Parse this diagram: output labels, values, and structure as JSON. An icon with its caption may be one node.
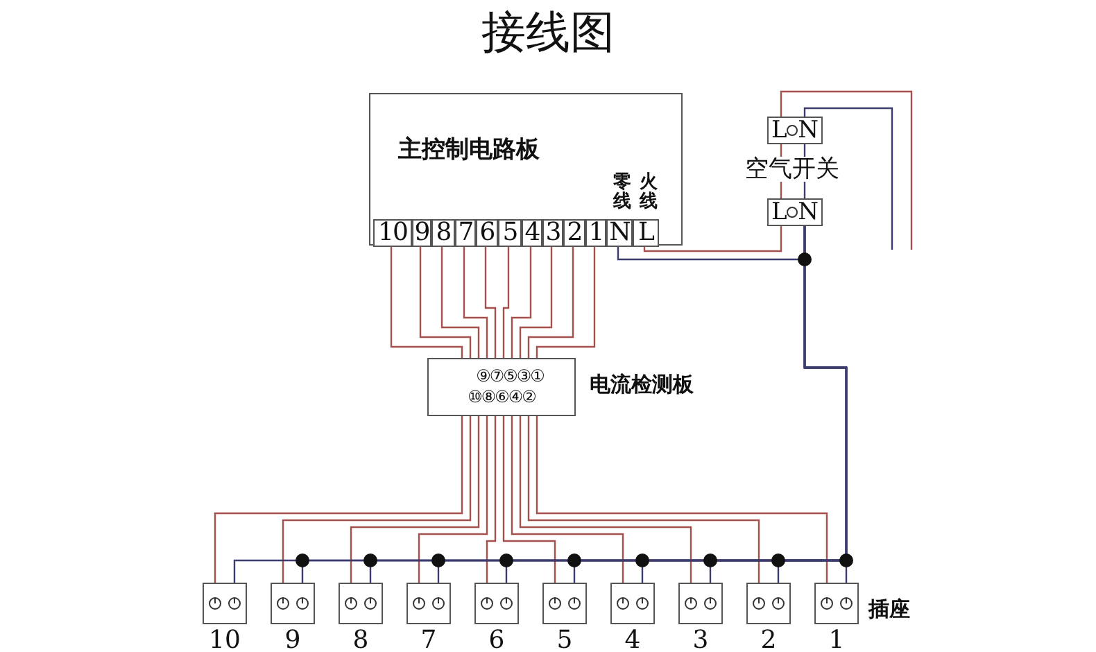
{
  "diagram": {
    "title": "接线图",
    "nodes": [
      {
        "text": [
          "主控制电路板"
        ]
      },
      {
        "text": [
          "10"
        ],
        "in": 0
      },
      {
        "text": [
          "9"
        ],
        "in": 0
      },
      {
        "text": [
          "8"
        ],
        "in": 0
      },
      {
        "text": [
          "7"
        ],
        "in": 0
      },
      {
        "text": [
          "6"
        ],
        "in": 0
      },
      {
        "text": [
          "5"
        ],
        "in": 0
      },
      {
        "text": [
          "4"
        ],
        "in": 0
      },
      {
        "text": [
          "3"
        ],
        "in": 0
      },
      {
        "text": [
          "2"
        ],
        "in": 0
      },
      {
        "text": [
          "1"
        ],
        "in": 0
      },
      {
        "text": [
          "N"
        ],
        "in": 0,
        "beside": [
          "零线"
        ]
      },
      {
        "text": [
          "L"
        ],
        "in": 0,
        "beside": [
          "火线"
        ]
      },
      {
        "text": [
          "L",
          "N"
        ]
      },
      {
        "text": [
          "L",
          "N"
        ]
      },
      {
        "text": [
          "⑨⑦⑤③①",
          "⑩⑧⑥④②"
        ],
        "beside": [
          "电流检测板"
        ]
      },
      {
        "text": [],
        "shape": "box",
        "beside": [
          "10"
        ]
      },
      {
        "text": [],
        "shape": "box",
        "beside": [
          "9"
        ]
      },
      {
        "text": [],
        "shape": "box",
        "beside": [
          "8"
        ]
      },
      {
        "text": [],
        "shape": "box",
        "beside": [
          "7"
        ]
      },
      {
        "text": [],
        "shape": "box",
        "beside": [
          "6"
        ]
      },
      {
        "text": [],
        "shape": "box",
        "beside": [
          "5"
        ]
      },
      {
        "text": [],
        "shape": "box",
        "beside": [
          "4"
        ]
      },
      {
        "text": [],
        "shape": "box",
        "beside": [
          "3"
        ]
      },
      {
        "text": [],
        "shape": "box",
        "beside": [
          "2"
        ]
      },
      {
        "text": [],
        "shape": "box",
        "beside": [
          "1"
        ]
      }
    ],
    "edges": [
      {
        "from": 1,
        "to": 15,
        "arrow": "none"
      },
      {
        "from": 2,
        "to": 15,
        "arrow": "none"
      },
      {
        "from": 3,
        "to": 15,
        "arrow": "none"
      },
      {
        "from": 4,
        "to": 15,
        "arrow": "none"
      },
      {
        "from": 5,
        "to": 15,
        "arrow": "none"
      },
      {
        "from": 6,
        "to": 15,
        "arrow": "none"
      },
      {
        "from": 7,
        "to": 15,
        "arrow": "none"
      },
      {
        "from": 8,
        "to": 15,
        "arrow": "none"
      },
      {
        "from": 9,
        "to": 15,
        "arrow": "none"
      },
      {
        "from": 10,
        "to": 15,
        "arrow": "none"
      },
      {
        "from": 15,
        "to": 16,
        "arrow": "none"
      },
      {
        "from": 15,
        "to": 17,
        "arrow": "none"
      },
      {
        "from": 15,
        "to": 18,
        "arrow": "none"
      },
      {
        "from": 15,
        "to": 19,
        "arrow": "none"
      },
      {
        "from": 15,
        "to": 20,
        "arrow": "none"
      },
      {
        "from": 15,
        "to": 21,
        "arrow": "none"
      },
      {
        "from": 15,
        "to": 22,
        "arrow": "none"
      },
      {
        "from": 15,
        "to": 23,
        "arrow": "none"
      },
      {
        "from": 15,
        "to": 24,
        "arrow": "none"
      },
      {
        "from": 15,
        "to": 25,
        "arrow": "none"
      },
      {
        "from": 11,
        "to": 14,
        "arrow": "none",
        "color": "#3c3c6e"
      },
      {
        "from": 12,
        "to": 14,
        "arrow": "none"
      },
      {
        "from": 13,
        "to": 14,
        "arrow": "none"
      },
      {
        "from": 13,
        "to": 14,
        "arrow": "none",
        "color": "#3c3c6e"
      },
      {
        "from": 13,
        "to": null,
        "arrow": "none"
      },
      {
        "from": 13,
        "to": null,
        "arrow": "none",
        "color": "#3c3c6e"
      },
      {
        "from": 14,
        "to": 16,
        "arrow": "none",
        "color": "#3c3c6e"
      },
      {
        "from": 14,
        "to": 17,
        "arrow": "none",
        "color": "#3c3c6e"
      },
      {
        "from": 14,
        "to": 18,
        "arrow": "none",
        "color": "#3c3c6e"
      },
      {
        "from": 14,
        "to": 19,
        "arrow": "none",
        "color": "#3c3c6e"
      },
      {
        "from": 14,
        "to": 20,
        "arrow": "none",
        "color": "#3c3c6e"
      },
      {
        "from": 14,
        "to": 21,
        "arrow": "none",
        "color": "#3c3c6e"
      },
      {
        "from": 14,
        "to": 22,
        "arrow": "none",
        "color": "#3c3c6e"
      },
      {
        "from": 14,
        "to": 23,
        "arrow": "none",
        "color": "#3c3c6e"
      },
      {
        "from": 14,
        "to": 24,
        "arrow": "none",
        "color": "#3c3c6e"
      },
      {
        "from": 14,
        "to": 25,
        "arrow": "none",
        "color": "#3c3c6e"
      }
    ],
    "labels": [
      "空气开关",
      "插座"
    ]
  }
}
